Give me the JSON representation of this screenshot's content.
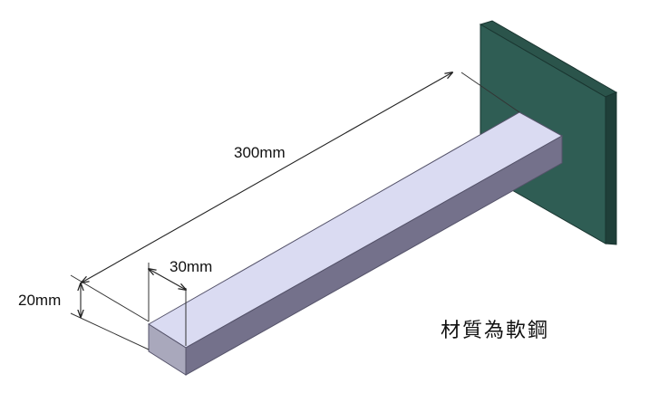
{
  "dimensions": {
    "length": "300mm",
    "width": "30mm",
    "height": "20mm"
  },
  "material_note": "材質為軟鋼",
  "colors": {
    "wall_front": "#2e5b52",
    "wall_edge": "#1f3f39",
    "beam_top": "#d9daf1",
    "beam_side": "#73708a",
    "beam_end": "#a8a7bb"
  }
}
